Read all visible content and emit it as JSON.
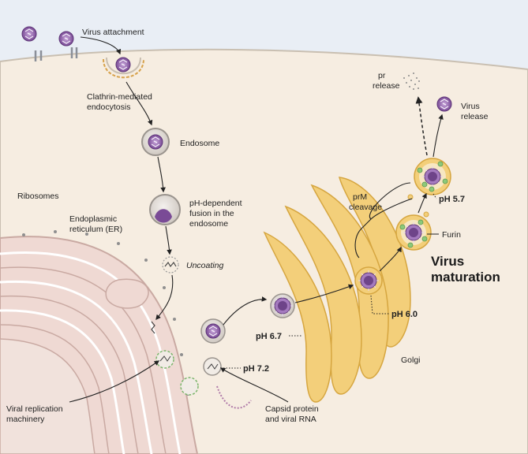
{
  "labels": {
    "virus_attachment": "Virus attachment",
    "clathrin_1": "Clathrin-mediated",
    "clathrin_2": "endocytosis",
    "endosome": "Endosome",
    "ph_fusion_1": "pH-dependent",
    "ph_fusion_2": "fusion in the",
    "ph_fusion_3": "endosome",
    "uncoating": "Uncoating",
    "ribosomes": "Ribosomes",
    "er_1": "Endoplasmic",
    "er_2": "reticulum (ER)",
    "replication_1": "Viral replication",
    "replication_2": "machinery",
    "capsid_1": "Capsid protein",
    "capsid_2": "and viral RNA",
    "ph_72": "pH 7.2",
    "ph_67": "pH 6.7",
    "ph_60": "pH 6.0",
    "ph_57": "pH 5.7",
    "golgi": "Golgi",
    "furin": "Furin",
    "prm_1": "prM",
    "prm_2": "cleavage",
    "pr_1": "pr",
    "pr_2": "release",
    "virus_release_1": "Virus",
    "virus_release_2": "release",
    "maturation_1": "Virus",
    "maturation_2": "maturation"
  },
  "colors": {
    "cytoplasm": "#f6ede1",
    "extracellular": "#e9eef5",
    "er_fill": "#efd9d3",
    "er_stroke": "#c9a9a2",
    "golgi_fill": "#f3cf7a",
    "golgi_stroke": "#d6a640",
    "virus_purple": "#8e5fa8",
    "virus_dark": "#5d3577",
    "furin_green": "#8dc97a",
    "vesicle_fill": "#e9e4df",
    "vesicle_stroke": "#9a948e",
    "clathrin": "#d7a24c"
  }
}
